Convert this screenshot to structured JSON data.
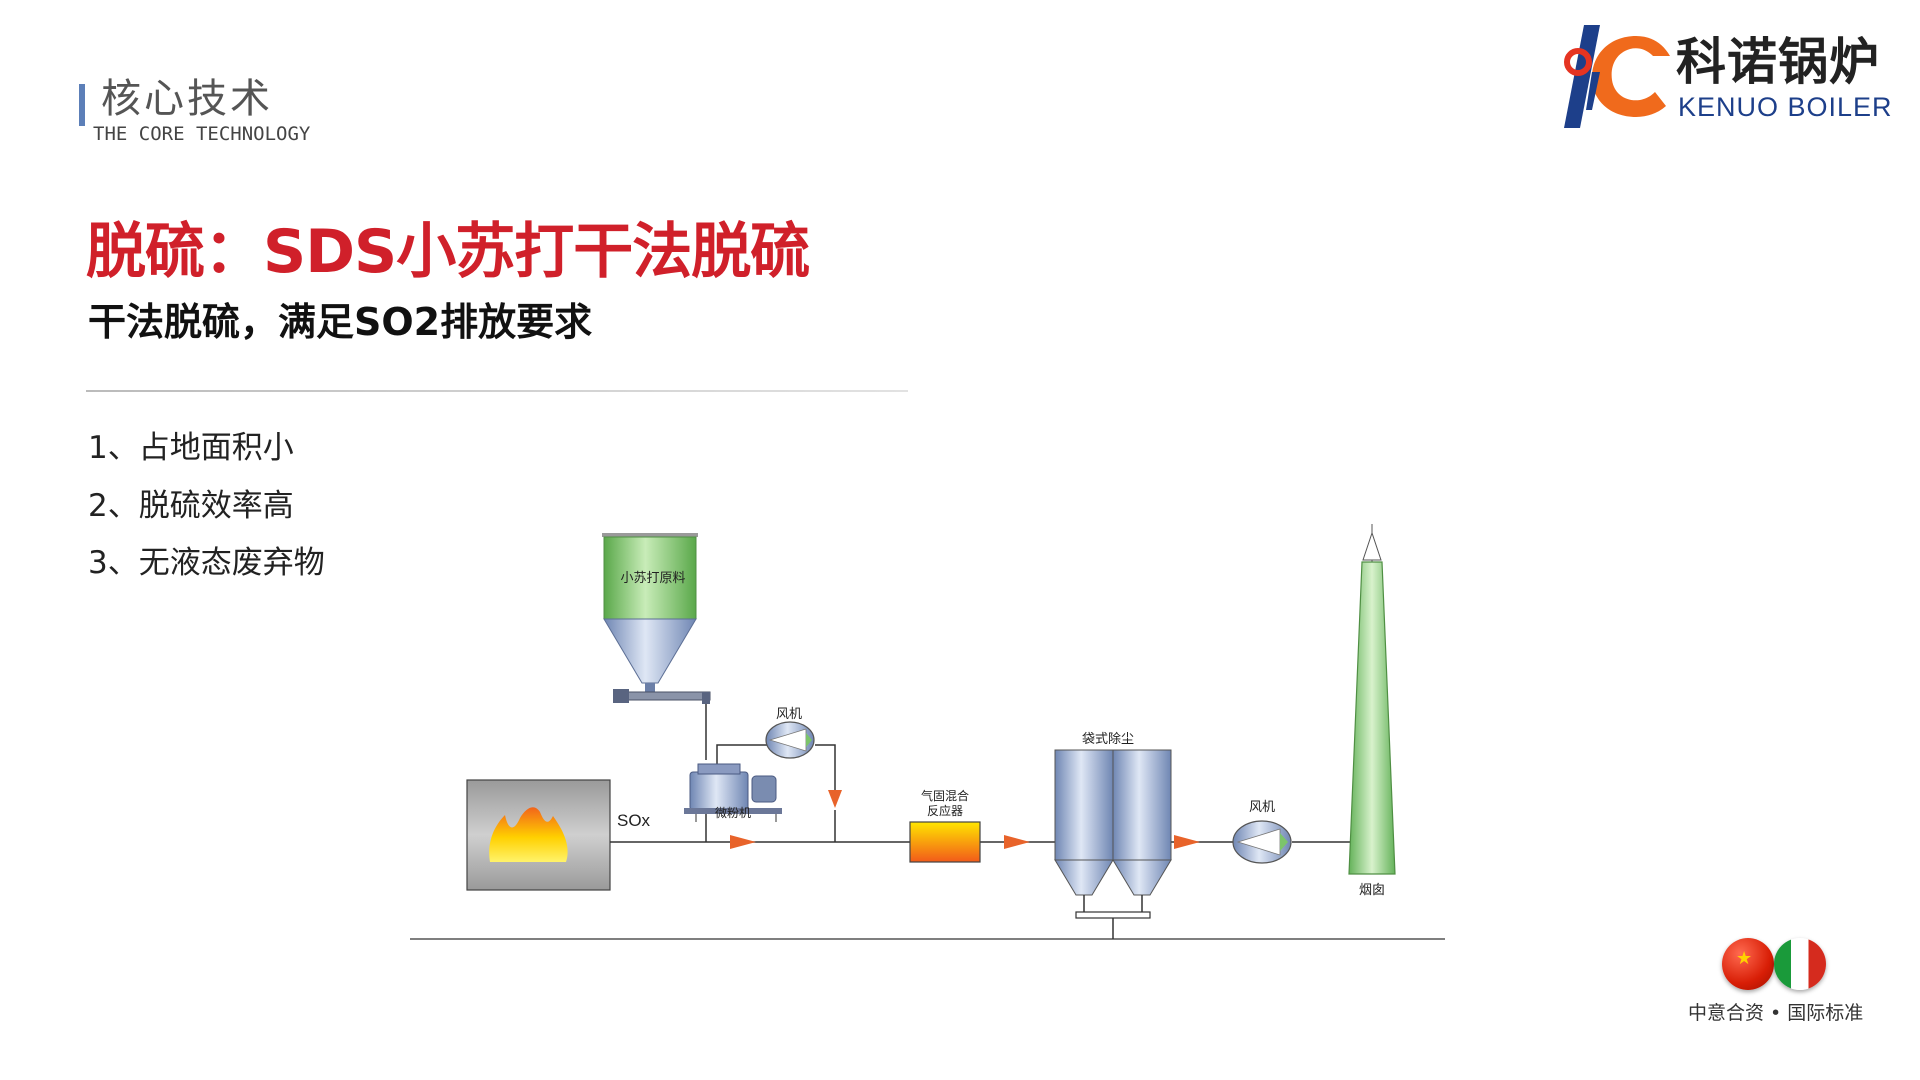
{
  "header": {
    "section_title": "核心技术",
    "section_subtitle": "THE CORE TECHNOLOGY"
  },
  "logo": {
    "name_cn": "科诺锅炉",
    "name_en": "KENUO BOILER"
  },
  "slide": {
    "title": "脱硫：SDS小苏打干法脱硫",
    "subtitle": "干法脱硫，满足SO2排放要求",
    "features": [
      "1、占地面积小",
      "2、脱硫效率高",
      "3、无液态废弃物"
    ]
  },
  "diagram": {
    "silo_label": "小苏打原料",
    "fan_top_label": "风机",
    "mill_label": "微粉机",
    "sox_label": "SOx",
    "reactor_label_line1": "气固混合",
    "reactor_label_line2": "反应器",
    "baghouse_label": "袋式除尘",
    "fan_right_label": "风机",
    "chimney_label": "烟囱"
  },
  "badge": {
    "text": "中意合资 • 国际标准"
  },
  "colors": {
    "title_red": "#d0202a",
    "logo_blue": "#1d3f8a",
    "logo_orange": "#f06a1c",
    "silo_green": "#7cc46b",
    "flow_arrow": "#e8632a"
  }
}
